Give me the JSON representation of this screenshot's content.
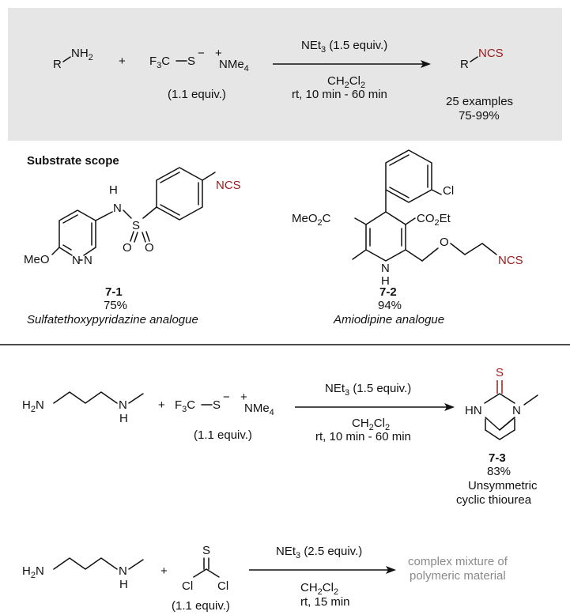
{
  "top_reaction": {
    "reactant_r": "R",
    "reactant_nh": "NH",
    "reactant_sub2": "2",
    "plus": "+",
    "reagent_f3c": "F",
    "reagent_sub3": "3",
    "reagent_c": "C",
    "reagent_s": "S",
    "charge_minus": "−",
    "charge_plus": "+",
    "reagent_nme": "NMe",
    "reagent_sub4": "4",
    "reagent_equiv": "(1.1 equiv.)",
    "cond_base_net": "NEt",
    "cond_base_sub3": "3",
    "cond_base_equiv": "(1.5 equiv.)",
    "cond_solvent_ch": "CH",
    "cond_solvent_sub2a": "2",
    "cond_solvent_cl": "Cl",
    "cond_solvent_sub2b": "2",
    "cond_time": "rt, 10 min - 60 min",
    "product_r": "R",
    "product_ncs": "NCS",
    "product_examples": "25 examples",
    "product_yield": "75-99%"
  },
  "substrate_scope": {
    "heading": "Substrate scope",
    "compound1": {
      "number": "7-1",
      "yield": "75%",
      "name": "Sulfatethoxypyridazine analogue",
      "atoms": {
        "ncs": "NCS",
        "nh": "H",
        "n_link": "N",
        "s": "S",
        "o1": "O",
        "o2": "O",
        "n1": "N",
        "n2": "N",
        "meo": "MeO"
      }
    },
    "compound2": {
      "number": "7-2",
      "yield": "94%",
      "name": "Amiodipine analogue",
      "atoms": {
        "cl": "Cl",
        "meo2c_a": "MeO",
        "meo2c_sub": "2",
        "meo2c_c": "C",
        "co2et_co": "CO",
        "co2et_sub": "2",
        "co2et_et": "Et",
        "n": "N",
        "h": "H",
        "o": "O",
        "ncs": "NCS"
      }
    }
  },
  "middle_reaction": {
    "diamine_h2n": "H",
    "diamine_sub2": "2",
    "diamine_n": "N",
    "diamine_nh_n": "N",
    "diamine_nh_h": "H",
    "plus": "+",
    "reagent_f3c": "F",
    "reagent_sub3": "3",
    "reagent_c": "C",
    "reagent_s": "S",
    "charge_minus": "−",
    "charge_plus": "+",
    "reagent_nme": "NMe",
    "reagent_sub4": "4",
    "reagent_equiv": "(1.1 equiv.)",
    "cond_base_net": "NEt",
    "cond_base_sub3": "3",
    "cond_base_equiv": "(1.5 equiv.)",
    "cond_solvent_ch": "CH",
    "cond_solvent_sub2a": "2",
    "cond_solvent_cl": "Cl",
    "cond_solvent_sub2b": "2",
    "cond_time": "rt, 10 min - 60 min",
    "product_s": "S",
    "product_hn": "HN",
    "product_n": "N",
    "product_number": "7-3",
    "product_yield": "83%",
    "product_desc1": "Unsymmetric",
    "product_desc2": "cyclic thiourea"
  },
  "bottom_reaction": {
    "diamine_h2n": "H",
    "diamine_sub2": "2",
    "diamine_n": "N",
    "diamine_nh_n": "N",
    "diamine_nh_h": "H",
    "plus": "+",
    "reagent_s": "S",
    "reagent_cl1": "Cl",
    "reagent_cl2": "Cl",
    "reagent_equiv": "(1.1 equiv.)",
    "cond_base_net": "NEt",
    "cond_base_sub3": "3",
    "cond_base_equiv": "(2.5 equiv.)",
    "cond_solvent_ch": "CH",
    "cond_solvent_sub2a": "2",
    "cond_solvent_cl": "Cl",
    "cond_solvent_sub2b": "2",
    "cond_time": "rt, 15 min",
    "outcome1": "complex mixture of",
    "outcome2": "polymeric material"
  },
  "colors": {
    "panel_background": "#e6e6e6",
    "highlight_red": "#9b1b1b",
    "outcome_gray": "#8a8a8a"
  }
}
